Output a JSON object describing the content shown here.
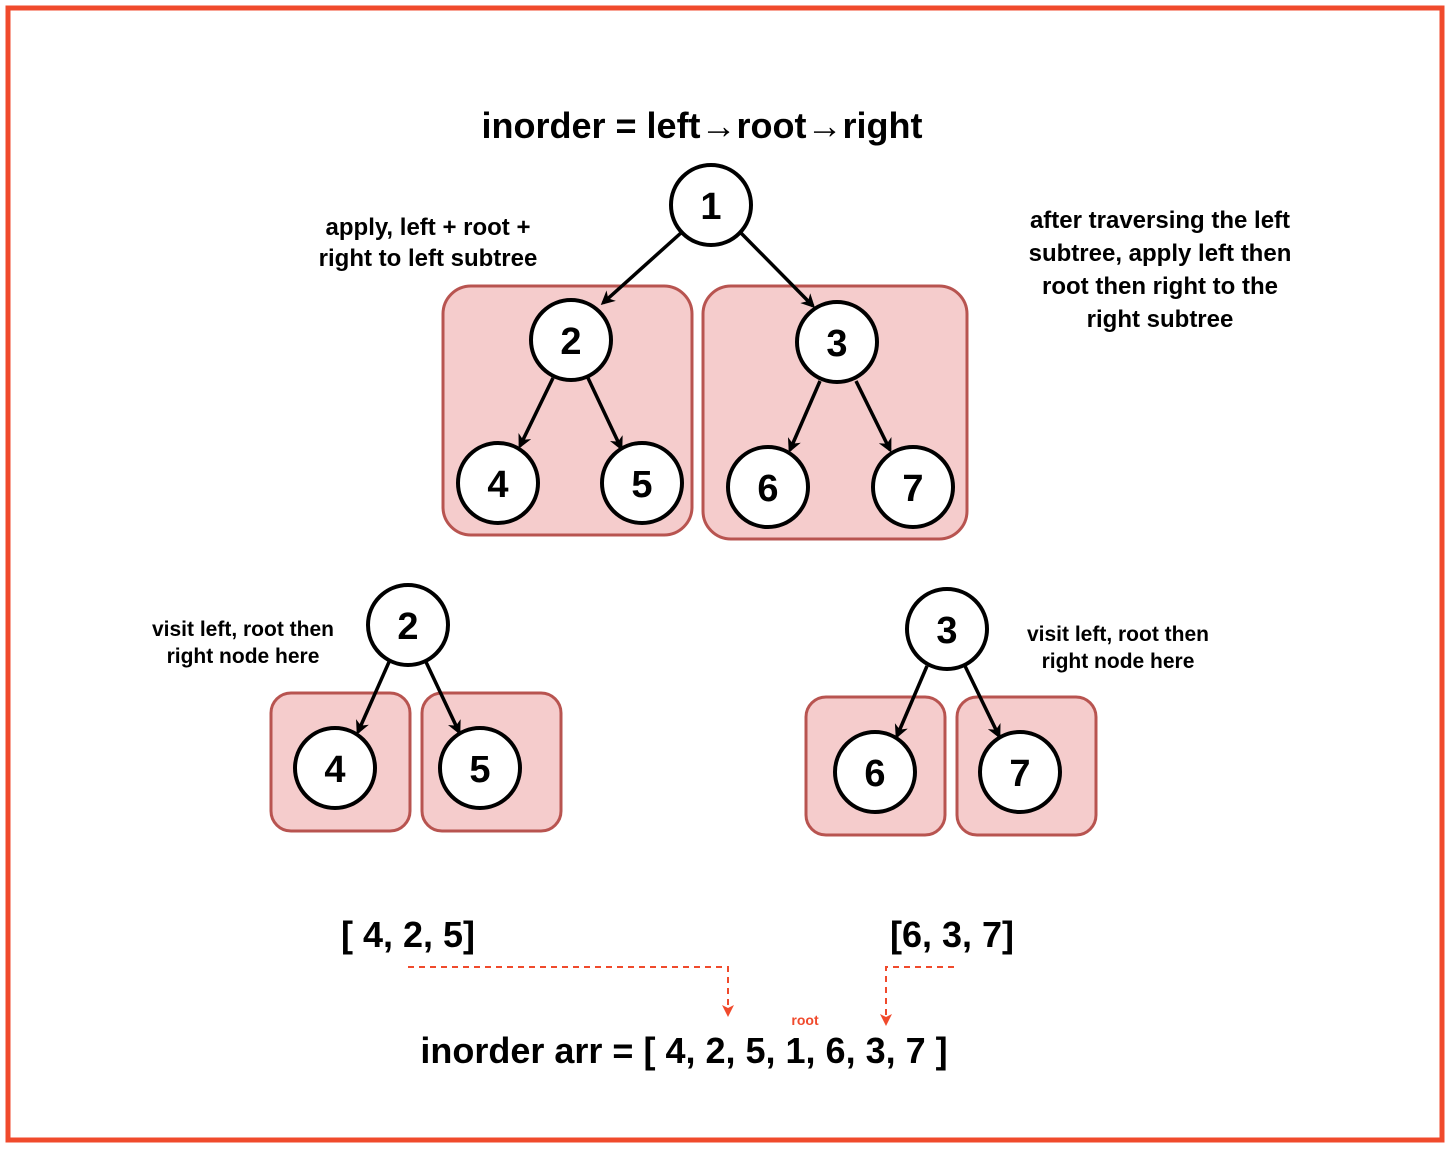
{
  "title": "inorder = left→root→right",
  "annotations": {
    "left_subtree_note": [
      "apply, left + root +",
      "right to left subtree"
    ],
    "right_subtree_note": [
      "after traversing the left",
      "subtree, apply left then",
      "root then right to the",
      "right subtree"
    ],
    "visit_left_note": [
      "visit left, root then",
      "right node here"
    ],
    "visit_right_note": [
      "visit left, root then",
      "right node here"
    ]
  },
  "top_tree": {
    "root": "1",
    "left": {
      "value": "2",
      "children": [
        "4",
        "5"
      ]
    },
    "right": {
      "value": "3",
      "children": [
        "6",
        "7"
      ]
    }
  },
  "left_breakdown": {
    "root": "2",
    "children": [
      "4",
      "5"
    ],
    "result": "[ 4, 2, 5]"
  },
  "right_breakdown": {
    "root": "3",
    "children": [
      "6",
      "7"
    ],
    "result": "[6, 3, 7]"
  },
  "root_marker": "root",
  "final_result": "inorder arr = [ 4, 2, 5, 1, 6, 3, 7 ]",
  "colors": {
    "frame": "#f04a2c",
    "box_fill": "#f5cccc",
    "box_stroke": "#b85450",
    "dashed_arrow": "#f04a2c"
  }
}
